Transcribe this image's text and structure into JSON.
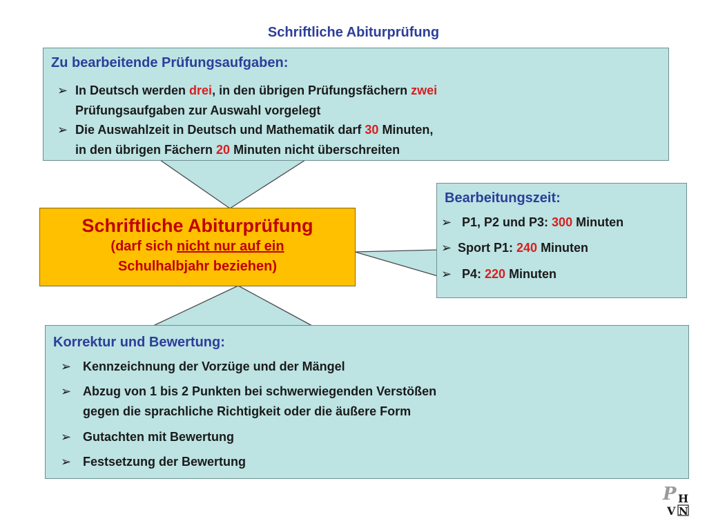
{
  "title": "Schriftliche Abiturprüfung",
  "center": {
    "line1": "Schriftliche Abiturprüfung",
    "line2_pre": "(darf sich ",
    "line2_underline": "nicht nur auf ein",
    "line3": "Schulhalbjahr beziehen)"
  },
  "top_box": {
    "heading": "Zu bearbeitende Prüfungsaufgaben:",
    "items": [
      {
        "p1": "In Deutsch werden ",
        "r1": "drei",
        "p2": ", in den übrigen Prüfungsfächern ",
        "r2": "zwei",
        "line2": "Prüfungsaufgaben zur Auswahl vorgelegt"
      },
      {
        "p1": "Die Auswahlzeit in Deutsch und Mathematik darf ",
        "r1": "30",
        "p2": " Minuten,",
        "line2_pre": "in den übrigen Fächern ",
        "line2_red": "20",
        "line2_post": " Minuten nicht überschreiten"
      }
    ]
  },
  "right_box": {
    "heading": "Bearbeitungszeit:",
    "items": [
      {
        "label": "P1, P2 und P3: ",
        "value": "300",
        "unit": " Minuten"
      },
      {
        "label": "Sport P1: ",
        "value": "240",
        "unit": " Minuten"
      },
      {
        "label": "P4: ",
        "value": "220",
        "unit": " Minuten"
      }
    ]
  },
  "bottom_box": {
    "heading": "Korrektur und Bewertung:",
    "items": [
      {
        "text": "Kennzeichnung der Vorzüge und der Mängel"
      },
      {
        "text": "Abzug von 1 bis 2 Punkten bei schwerwiegenden Verstößen",
        "line2": "gegen die sprachliche Richtigkeit oder die äußere Form"
      },
      {
        "text": "Gutachten mit Bewertung"
      },
      {
        "text": "Festsetzung der Bewertung"
      }
    ]
  },
  "bullet_glyph": "➢",
  "colors": {
    "box_fill": "#bde3e3",
    "center_fill": "#ffc000",
    "heading": "#2c3e99",
    "highlight": "#d81e1e",
    "center_text": "#c00000"
  }
}
